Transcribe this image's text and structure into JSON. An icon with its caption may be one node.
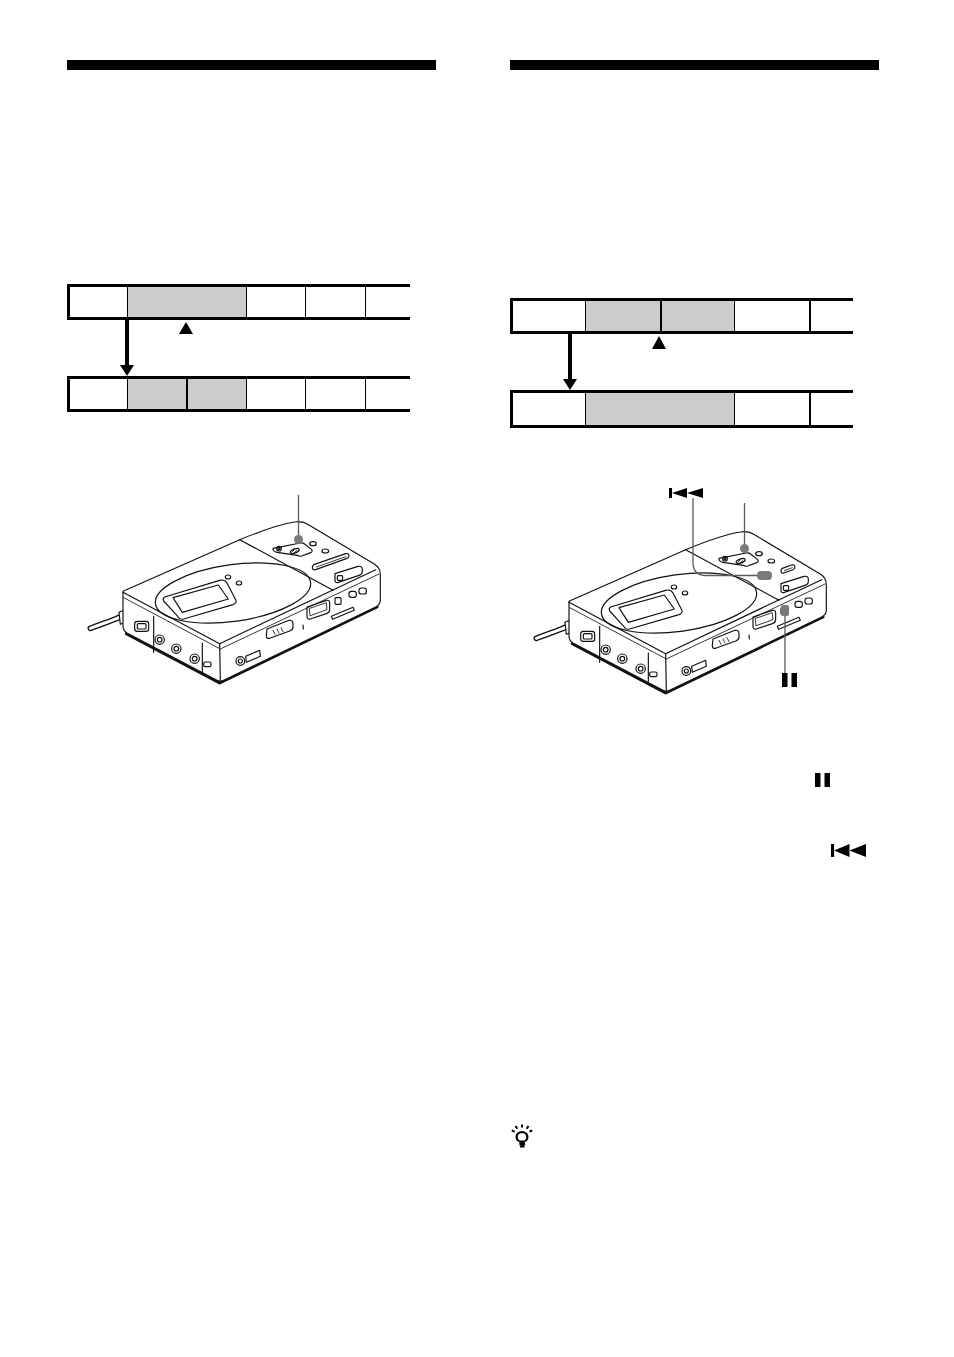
{
  "diagram": {
    "nodes": [
      {
        "text": [],
        "shape": "box"
      },
      {
        "text": [],
        "shape": "box"
      },
      {
        "text": [],
        "shape": "circle"
      },
      {
        "text": [],
        "shape": "box"
      },
      {
        "text": [],
        "shape": "box"
      },
      {
        "text": [],
        "shape": "picture"
      },
      {
        "text": [],
        "shape": "circle"
      },
      {
        "text": [],
        "shape": "box"
      },
      {
        "text": [],
        "shape": "box"
      },
      {
        "text": [],
        "shape": "picture"
      }
    ],
    "edges": [
      {
        "from": 0,
        "to": 1,
        "arrow": "to",
        "style": "thick",
        "color": "#000000"
      },
      {
        "from": null,
        "to": 2,
        "arrow": "none"
      },
      {
        "from": 3,
        "to": 4,
        "arrow": "to",
        "style": "thick",
        "color": "#000000"
      },
      {
        "from": 5,
        "to": 7,
        "arrow": "none"
      },
      {
        "from": null,
        "to": 6,
        "arrow": "none"
      },
      {
        "from": 9,
        "to": 8,
        "arrow": "none"
      }
    ]
  }
}
